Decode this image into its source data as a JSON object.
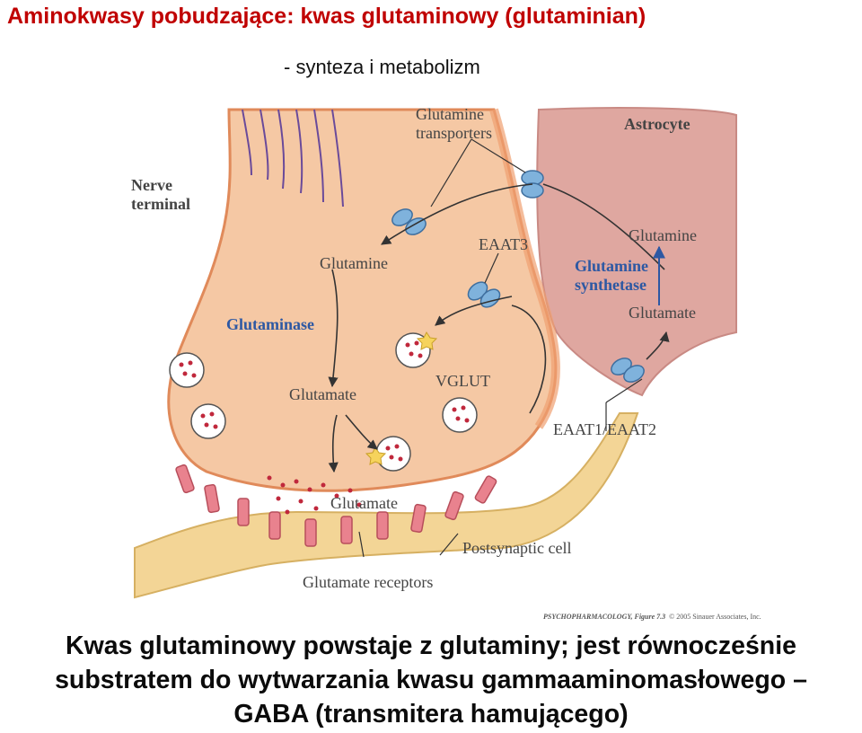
{
  "title": "Aminokwasy pobudzające: kwas glutaminowy (glutaminian)",
  "subtitle": "- synteza i metabolizm",
  "diagram": {
    "labels": {
      "glutamine_transporters_1": "Glutamine",
      "glutamine_transporters_2": "transporters",
      "astrocyte": "Astrocyte",
      "nerve_terminal_1": "Nerve",
      "nerve_terminal_2": "terminal",
      "eaat3": "EAAT3",
      "glutamine_left": "Glutamine",
      "glutaminase": "Glutaminase",
      "glutamate_left": "Glutamate",
      "vglut": "VGLUT",
      "glutamine_right": "Glutamine",
      "glutamine_synthetase_1": "Glutamine",
      "glutamine_synthetase_2": "synthetase",
      "glutamate_right": "Glutamate",
      "eaat1_eaat2": "EAAT1/EAAT2",
      "glutamate_cleft": "Glutamate",
      "postsynaptic_cell": "Postsynaptic cell",
      "glutamate_receptors": "Glutamate receptors",
      "credit_bold": "PSYCHOPHARMACOLOGY, Figure 7.3",
      "credit_rest": "© 2005 Sinauer Associates, Inc."
    },
    "colors": {
      "neuron": "#f5c8a4",
      "neuron_edge": "#e08a5a",
      "astrocyte": "#dfa7a0",
      "postsynaptic": "#f3d596",
      "transporter": "#7fb2dc",
      "receptor": "#e9828e",
      "vesicle_dot": "#c0283c",
      "vglut": "#f6d35c",
      "label_blue": "#2d58a3"
    }
  },
  "caption": {
    "line1": "Kwas glutaminowy powstaje z glutaminy;  jest równocześnie",
    "line2": "substratem do wytwarzania kwasu gammaaminomasłowego –",
    "line3": "GABA (transmitera hamującego)"
  }
}
